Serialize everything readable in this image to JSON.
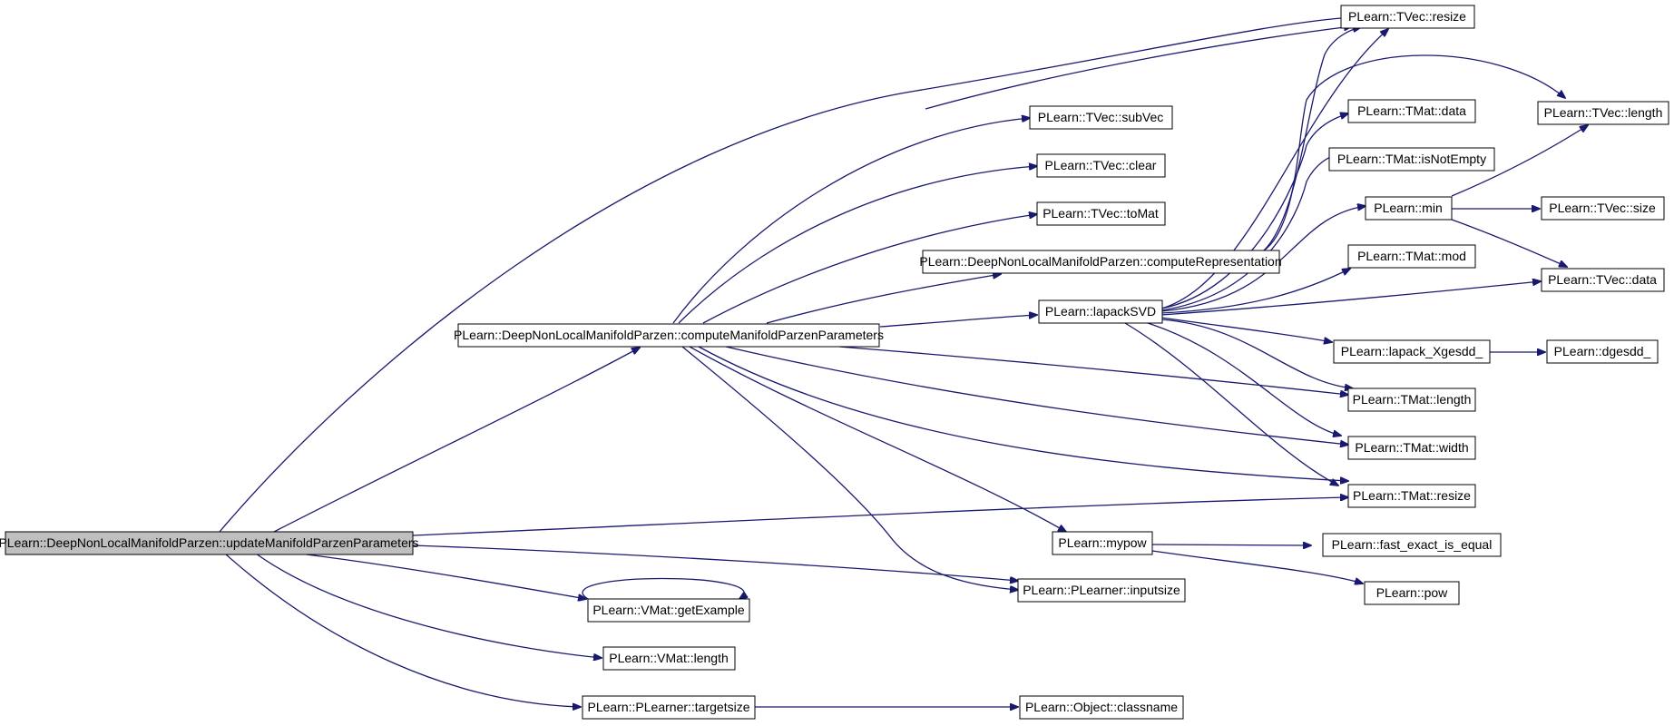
{
  "colors": {
    "edge": "#191970",
    "root_fill": "#bfbfbf",
    "node_fill": "#ffffff",
    "border": "#000000"
  },
  "nodes": {
    "root": "PLearn::DeepNonLocalManifoldParzen::updateManifoldParzenParameters",
    "compute_params": "PLearn::DeepNonLocalManifoldParzen::computeManifoldParzenParameters",
    "compute_repr": "PLearn::DeepNonLocalManifoldParzen::computeRepresentation",
    "tvec_resize": "PLearn::TVec::resize",
    "tvec_subvec": "PLearn::TVec::subVec",
    "tvec_clear": "PLearn::TVec::clear",
    "tvec_tomat": "PLearn::TVec::toMat",
    "tmat_data": "PLearn::TMat::data",
    "tmat_isnotempty": "PLearn::TMat::isNotEmpty",
    "tvec_length": "PLearn::TVec::length",
    "min": "PLearn::min",
    "tvec_size": "PLearn::TVec::size",
    "tmat_mod": "PLearn::TMat::mod",
    "tvec_data": "PLearn::TVec::data",
    "lapacksvd": "PLearn::lapackSVD",
    "lapack_xgesdd": "PLearn::lapack_Xgesdd_",
    "dgesdd": "PLearn::dgesdd_",
    "tmat_length": "PLearn::TMat::length",
    "tmat_width": "PLearn::TMat::width",
    "tmat_resize": "PLearn::TMat::resize",
    "mypow": "PLearn::mypow",
    "fast_exact": "PLearn::fast_exact_is_equal",
    "pow": "PLearn::pow",
    "inputsize": "PLearn::PLearner::inputsize",
    "getexample": "PLearn::VMat::getExample",
    "vmat_length": "PLearn::VMat::length",
    "targetsize": "PLearn::PLearner::targetsize",
    "classname": "PLearn::Object::classname"
  },
  "edges": [
    [
      "root",
      "tvec_resize"
    ],
    [
      "root",
      "compute_params"
    ],
    [
      "root",
      "tmat_resize"
    ],
    [
      "root",
      "inputsize"
    ],
    [
      "root",
      "getexample"
    ],
    [
      "root",
      "vmat_length"
    ],
    [
      "root",
      "targetsize"
    ],
    [
      "compute_params",
      "tvec_resize"
    ],
    [
      "compute_params",
      "tvec_subvec"
    ],
    [
      "compute_params",
      "tvec_clear"
    ],
    [
      "compute_params",
      "tvec_tomat"
    ],
    [
      "compute_params",
      "compute_repr"
    ],
    [
      "compute_params",
      "lapacksvd"
    ],
    [
      "compute_params",
      "tmat_length"
    ],
    [
      "compute_params",
      "tmat_width"
    ],
    [
      "compute_params",
      "tmat_resize"
    ],
    [
      "compute_params",
      "mypow"
    ],
    [
      "compute_params",
      "inputsize"
    ],
    [
      "compute_repr",
      "tvec_resize"
    ],
    [
      "compute_repr",
      "tvec_length"
    ],
    [
      "lapacksvd",
      "tvec_resize"
    ],
    [
      "lapacksvd",
      "tmat_data"
    ],
    [
      "lapacksvd",
      "tmat_isnotempty"
    ],
    [
      "lapacksvd",
      "min"
    ],
    [
      "lapacksvd",
      "tmat_mod"
    ],
    [
      "lapacksvd",
      "tvec_data"
    ],
    [
      "lapacksvd",
      "lapack_xgesdd"
    ],
    [
      "lapacksvd",
      "tmat_length"
    ],
    [
      "lapacksvd",
      "tmat_width"
    ],
    [
      "lapacksvd",
      "tmat_resize"
    ],
    [
      "min",
      "tvec_length"
    ],
    [
      "min",
      "tvec_size"
    ],
    [
      "min",
      "tvec_data"
    ],
    [
      "lapack_xgesdd",
      "dgesdd"
    ],
    [
      "mypow",
      "fast_exact"
    ],
    [
      "mypow",
      "pow"
    ],
    [
      "getexample",
      "getexample"
    ],
    [
      "targetsize",
      "classname"
    ]
  ]
}
